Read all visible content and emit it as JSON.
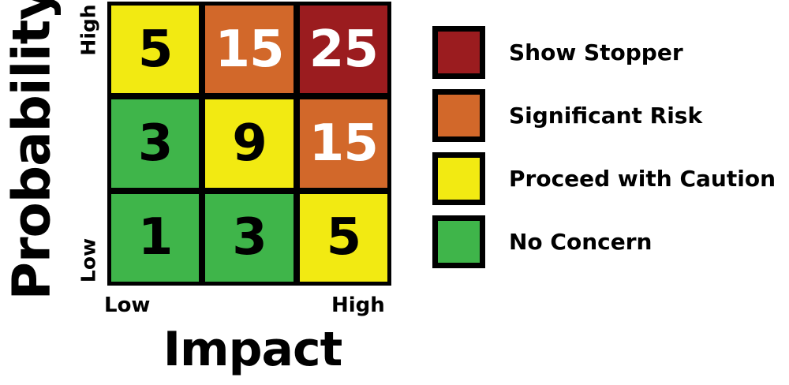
{
  "axes": {
    "y_title": "Probability",
    "y_high": "High",
    "y_low": "Low",
    "x_title": "Impact",
    "x_low": "Low",
    "x_high": "High"
  },
  "colors": {
    "red": "#9b1c1f",
    "orange": "#d2682a",
    "yellow": "#f2ea12",
    "green": "#3fb54a",
    "dark_text": "#000000",
    "light_text": "#ffffff"
  },
  "matrix": {
    "rows": [
      [
        {
          "value": "5",
          "color": "#f2ea12",
          "text_color": "#000000"
        },
        {
          "value": "15",
          "color": "#d2682a",
          "text_color": "#ffffff"
        },
        {
          "value": "25",
          "color": "#9b1c1f",
          "text_color": "#ffffff"
        }
      ],
      [
        {
          "value": "3",
          "color": "#3fb54a",
          "text_color": "#000000"
        },
        {
          "value": "9",
          "color": "#f2ea12",
          "text_color": "#000000"
        },
        {
          "value": "15",
          "color": "#d2682a",
          "text_color": "#ffffff"
        }
      ],
      [
        {
          "value": "1",
          "color": "#3fb54a",
          "text_color": "#000000"
        },
        {
          "value": "3",
          "color": "#3fb54a",
          "text_color": "#000000"
        },
        {
          "value": "5",
          "color": "#f2ea12",
          "text_color": "#000000"
        }
      ]
    ]
  },
  "legend": [
    {
      "label": "Show Stopper",
      "color": "#9b1c1f"
    },
    {
      "label": "Significant Risk",
      "color": "#d2682a"
    },
    {
      "label": "Proceed with Caution",
      "color": "#f2ea12"
    },
    {
      "label": "No Concern",
      "color": "#3fb54a"
    }
  ]
}
